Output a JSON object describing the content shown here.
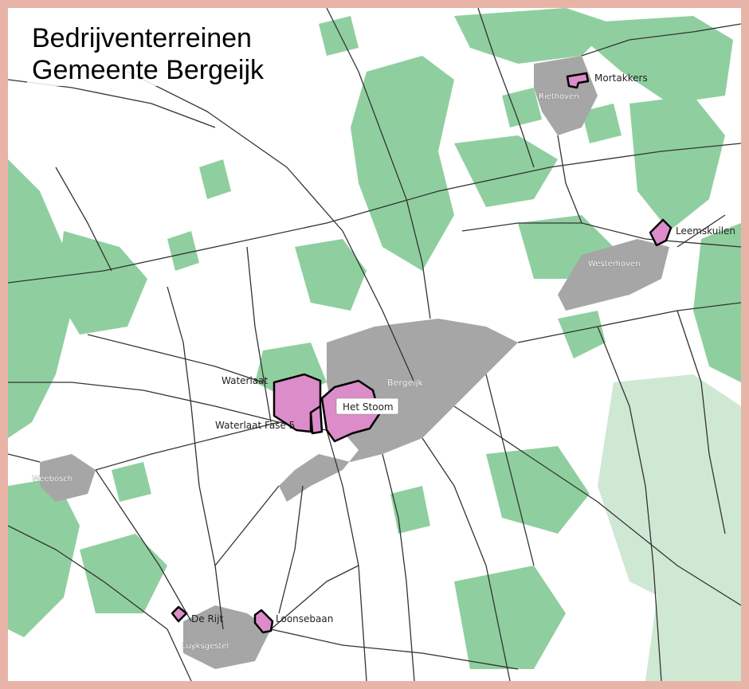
{
  "title": {
    "line1": "Bedrijventerreinen",
    "line2": "Gemeente Bergeijk"
  },
  "colors": {
    "border": "#e8b4a8",
    "forest": "#8fcf9f",
    "forest_light": "#cfe8d4",
    "built_area": "#a6a6a6",
    "industrial": "#dc8cc8",
    "industrial_outline": "#000000",
    "road": "#333333"
  },
  "towns": {
    "riethoven": "Riethoven",
    "westerhoven": "Westerhoven",
    "bergeijk": "Bergeijk",
    "weebosch": "Weebosch",
    "luyksgestel": "Luyksgestel"
  },
  "business_parks": {
    "mortakkers": "Mortakkers",
    "leemskuilen": "Leemskuilen",
    "waterlaat": "Waterlaat",
    "waterlaat_fase5": "Waterlaat Fase 5",
    "het_stoom": "Het Stoom",
    "de_rijt": "De Rijt",
    "loonsebaan": "Loonsebaan"
  }
}
